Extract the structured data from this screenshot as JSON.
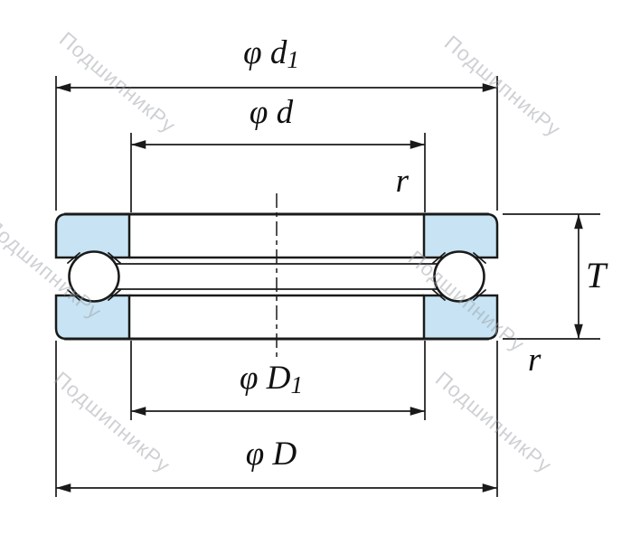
{
  "watermark": {
    "text": "ПодшипникРу"
  },
  "colors": {
    "washer_fill": "#c8e4f4",
    "line_color": "#1a1a1a",
    "watermark_color": "#9aa0a6"
  },
  "dimensions": {
    "d1": {
      "prefix": "φ d",
      "sub": "1"
    },
    "d": {
      "label": "φ d"
    },
    "D1": {
      "prefix": "φ D",
      "sub": "1"
    },
    "D": {
      "label": "φ D"
    },
    "T": {
      "label": "T"
    },
    "r_inner": {
      "label": "r"
    },
    "r_outer": {
      "label": "r"
    }
  }
}
